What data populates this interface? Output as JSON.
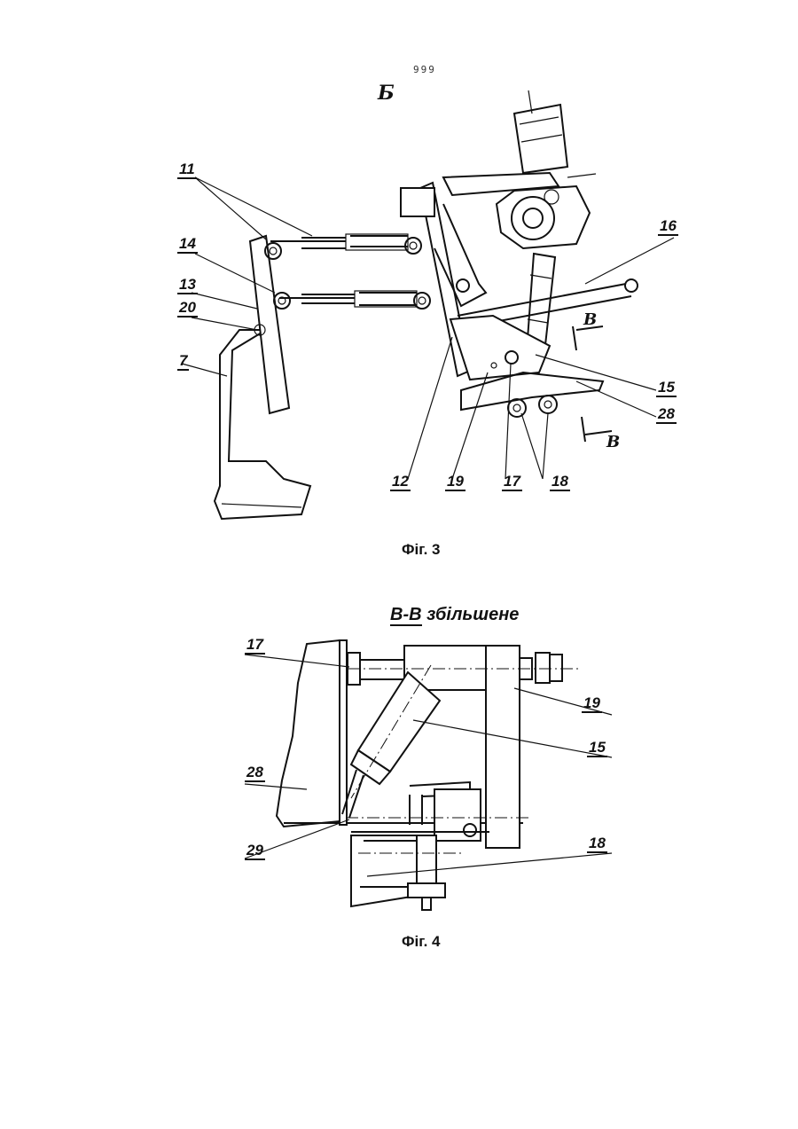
{
  "page": {
    "number": "999"
  },
  "fig3": {
    "view_label": "Б",
    "caption": "Фіг. 3",
    "section_mark": "В",
    "callouts": {
      "c11": "11",
      "c14": "14",
      "c13": "13",
      "c20": "20",
      "c7": "7",
      "c12": "12",
      "c19": "19",
      "c17": "17",
      "c18": "18",
      "c16": "16",
      "c15": "15",
      "c28": "28"
    }
  },
  "fig4": {
    "title_prefix": "В-В",
    "title_suffix": "збільшене",
    "caption": "Фіг. 4",
    "callouts": {
      "c17": "17",
      "c19": "19",
      "c15": "15",
      "c28": "28",
      "c29": "29",
      "c18": "18"
    }
  }
}
